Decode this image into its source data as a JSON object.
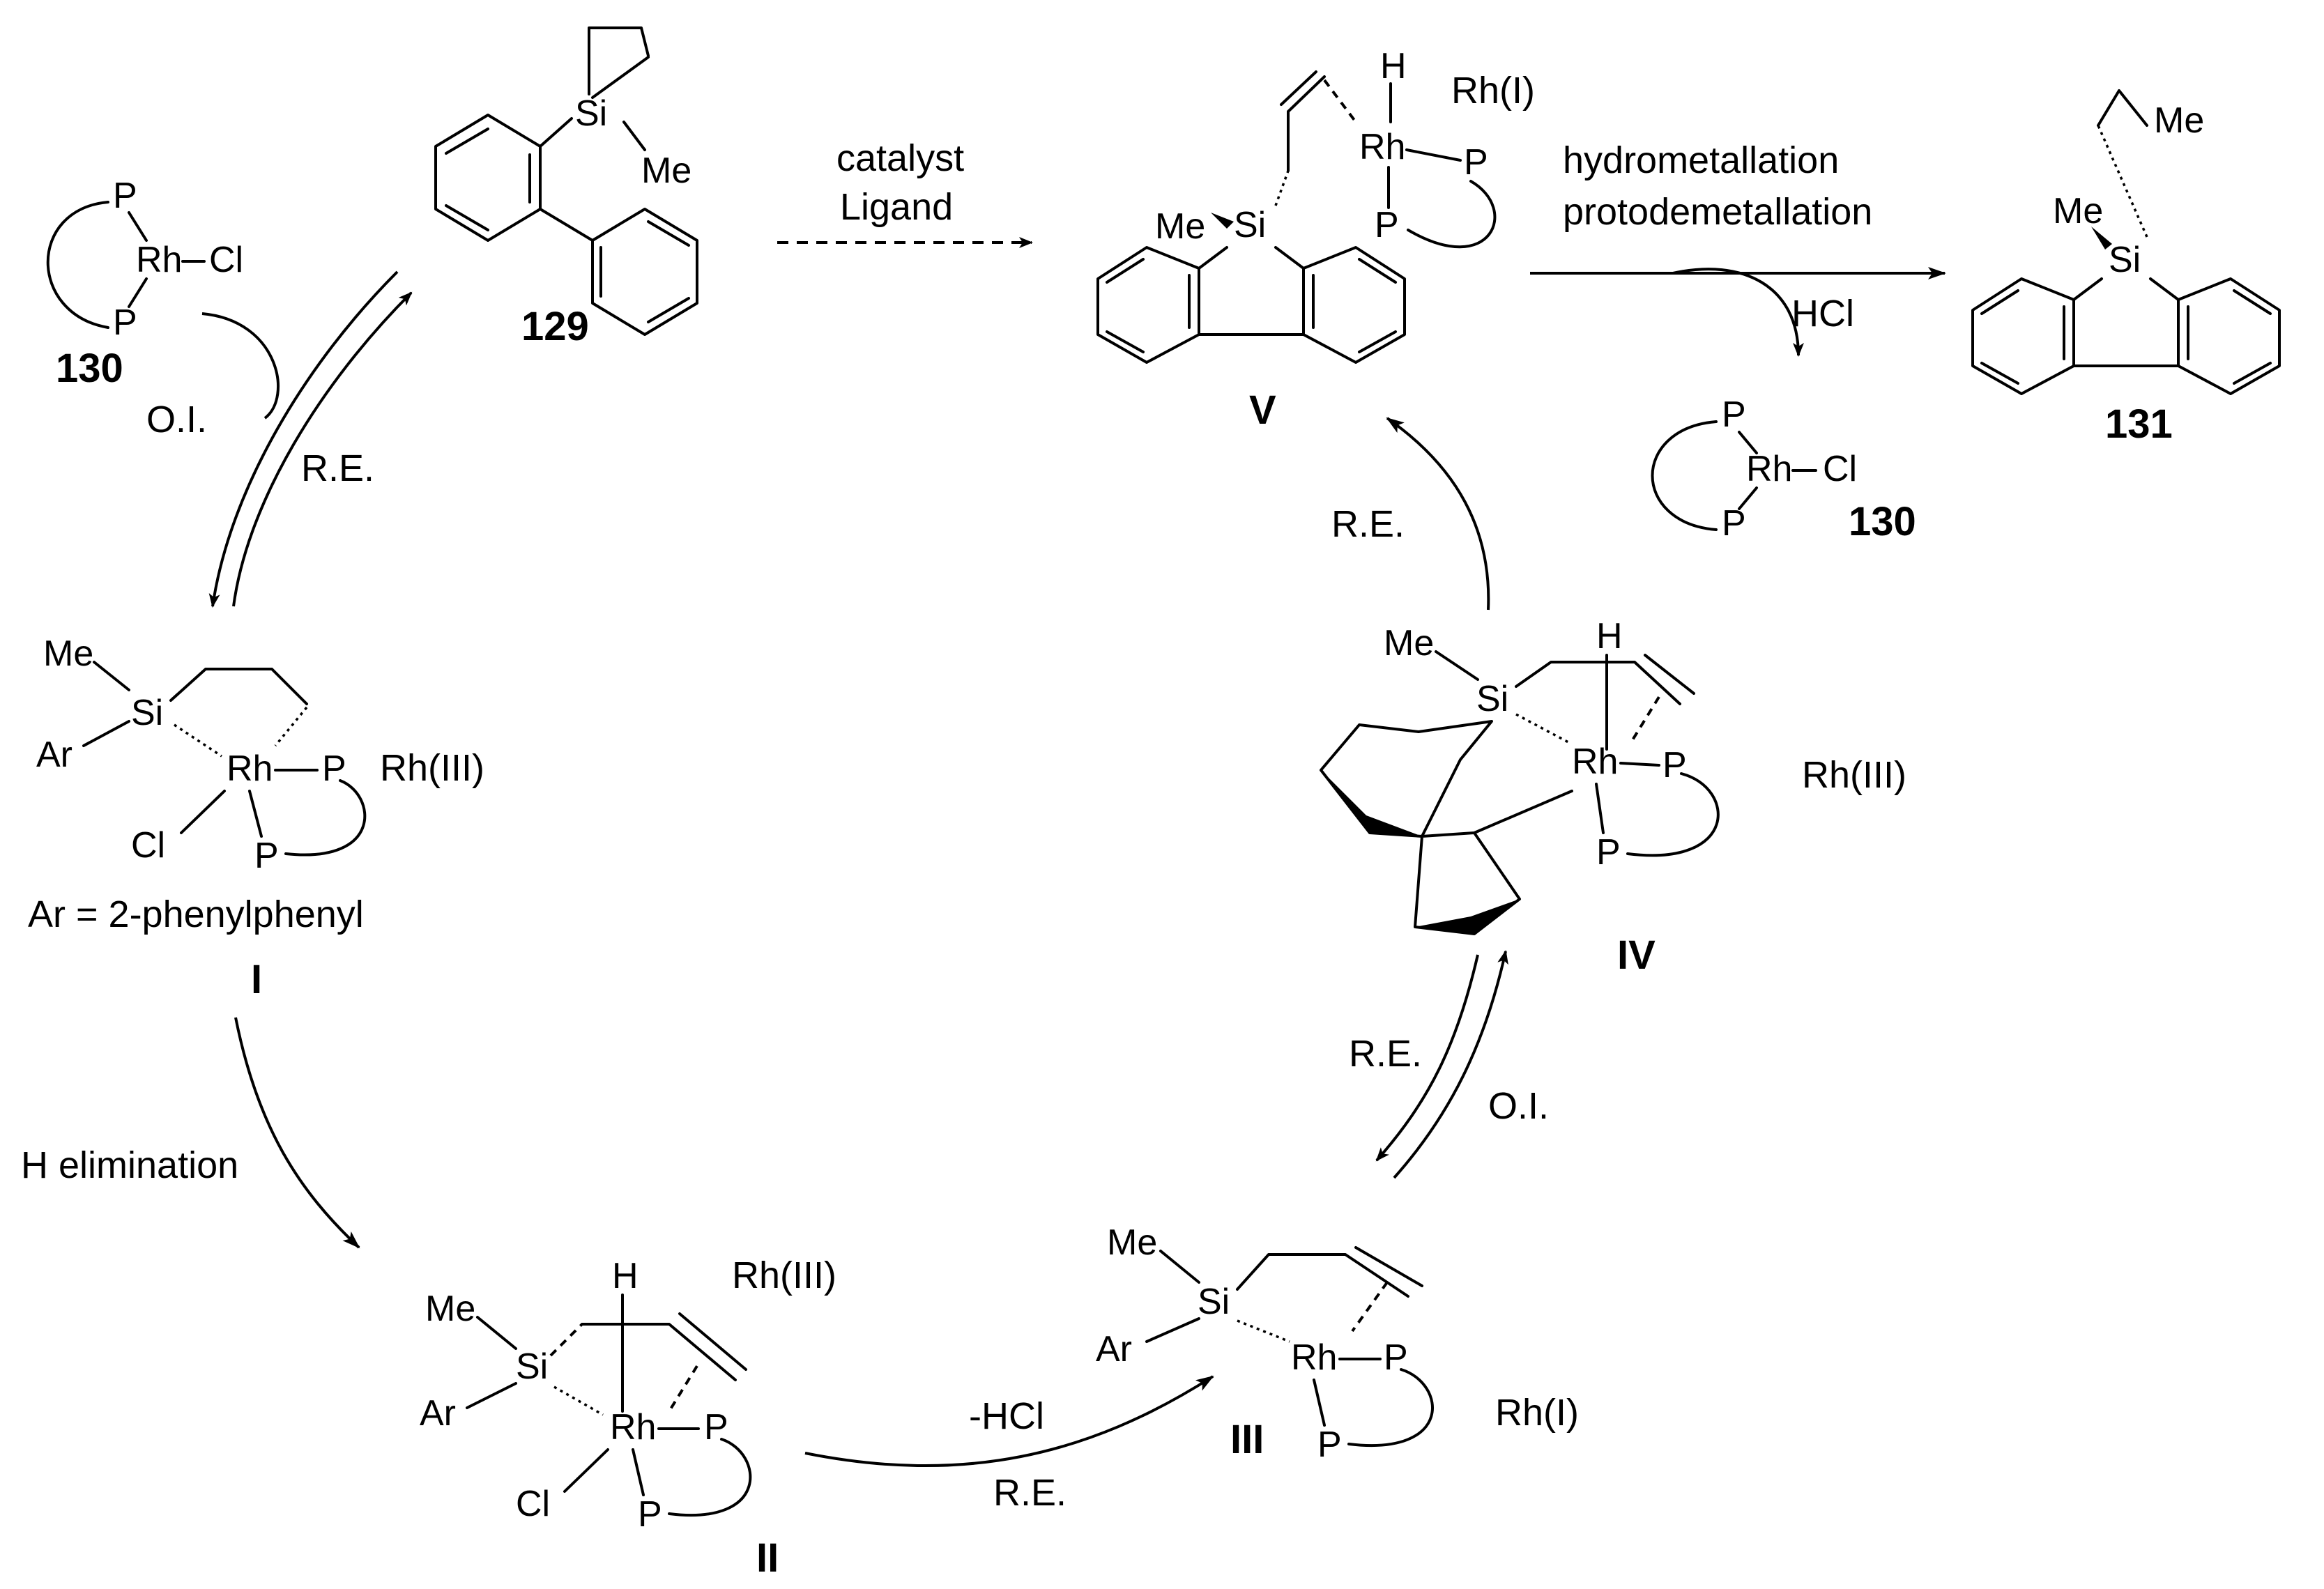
{
  "labels": {
    "catalyst": "catalyst",
    "ligand": "Ligand",
    "hydrometallation": "hydrometallation",
    "protodemetallation": "protodemetallation",
    "hcl_top": "HCl",
    "oi_left": "O.I.",
    "re_left": "R.E.",
    "re_right": "R.E.",
    "re_mid": "R.E.",
    "oi_mid": "O.I.",
    "h_elimination": "H elimination",
    "minus_hcl": "-HCl",
    "re_bottom": "R.E.",
    "ar_def": "Ar = 2-phenylphenyl"
  },
  "oxidation_states": {
    "V": "Rh(I)",
    "I": "Rh(III)",
    "IV": "Rh(III)",
    "II": "Rh(III)",
    "III": "Rh(I)"
  },
  "compound_ids": {
    "c129": "129",
    "c130_left": "130",
    "c130_right": "130",
    "c131": "131",
    "V": "V",
    "I": "I",
    "II": "II",
    "III": "III",
    "IV": "IV"
  },
  "atoms": {
    "P": "P",
    "Rh": "Rh",
    "Cl": "Cl",
    "Si": "Si",
    "Me": "Me",
    "H": "H",
    "Ar": "Ar"
  }
}
